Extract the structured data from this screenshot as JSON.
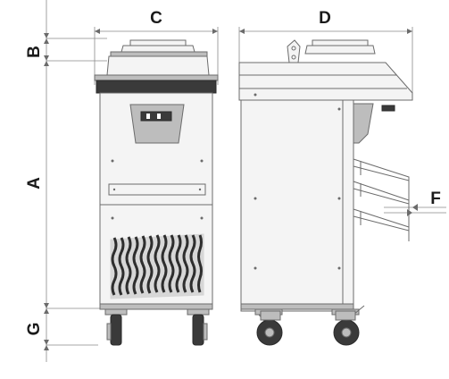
{
  "dimensions": {
    "A": "A",
    "B": "B",
    "C": "C",
    "D": "D",
    "F": "F",
    "G": "G"
  },
  "colors": {
    "line": "#6b6b6b",
    "body": "#f4f4f4",
    "dark": "#3a3a3a",
    "label": "#1a1a1a"
  }
}
